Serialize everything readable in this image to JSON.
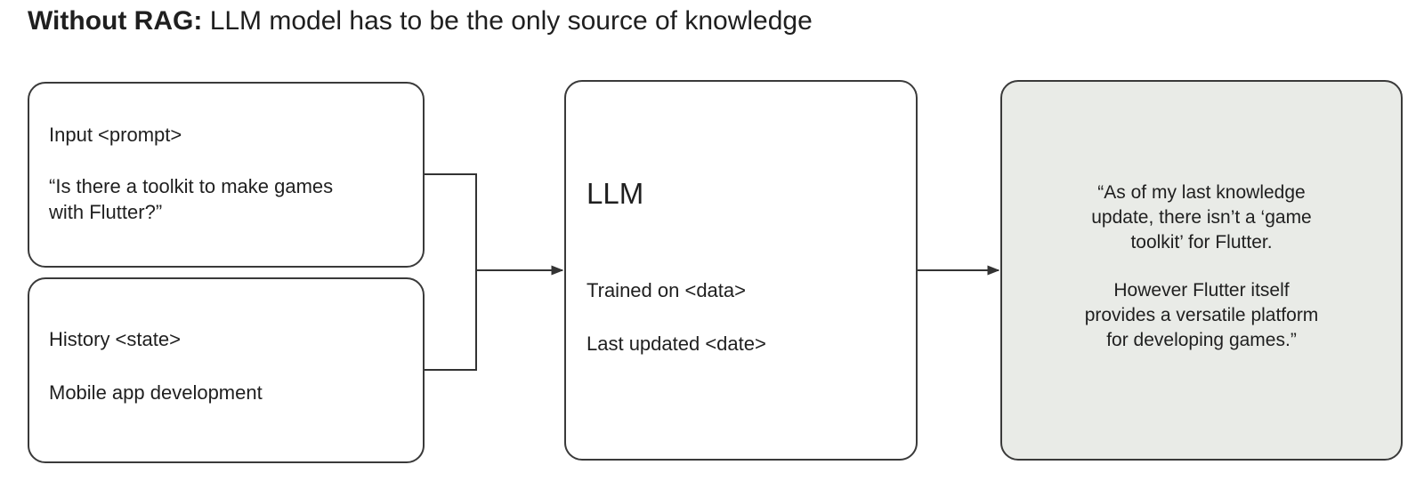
{
  "title": {
    "lead": "Without RAG:",
    "rest": "LLM model has to be the only source of knowledge"
  },
  "input_box": {
    "heading": "Input <prompt>",
    "line1": "“Is there a toolkit to make games",
    "line2": "with Flutter?”"
  },
  "history_box": {
    "heading": "History <state>",
    "value": "Mobile app development"
  },
  "llm_box": {
    "heading": "LLM",
    "trained": "Trained on <data>",
    "updated": "Last updated <date>"
  },
  "output_box": {
    "para1": [
      "“As of my last knowledge",
      "update, there isn’t a ‘game",
      "toolkit’ for Flutter."
    ],
    "para2": [
      "However Flutter itself",
      "provides a versatile platform",
      "for developing games.”"
    ]
  }
}
